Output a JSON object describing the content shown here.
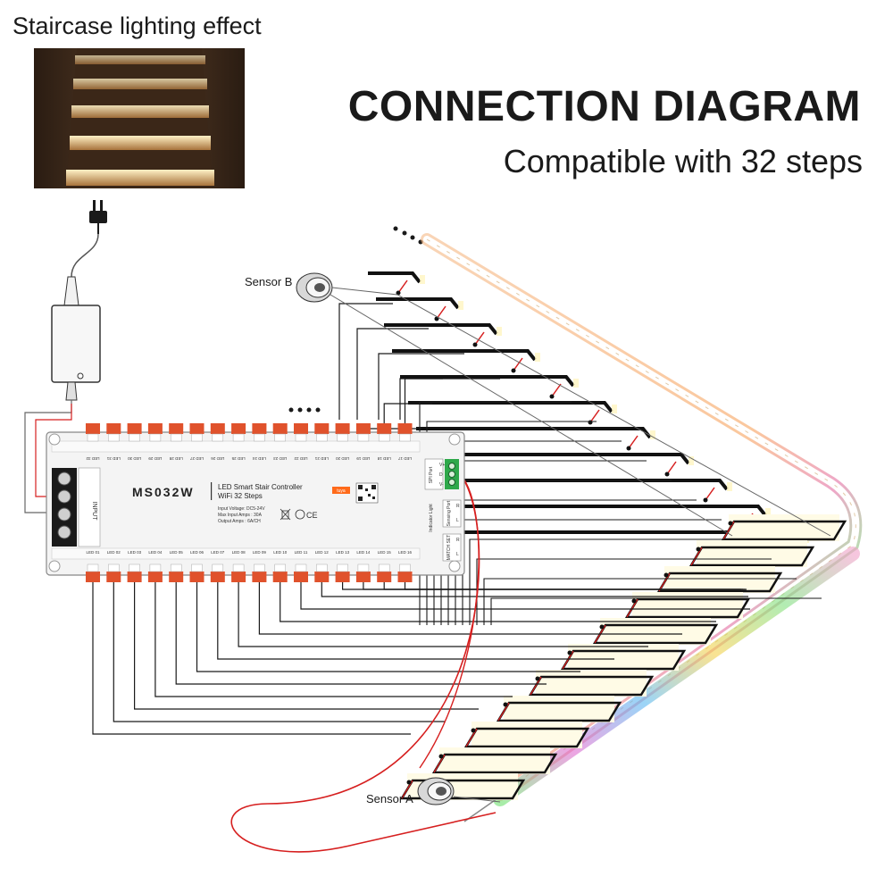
{
  "header": {
    "caption": "Staircase lighting effect",
    "title": "CONNECTION DIAGRAM",
    "subtitle": "Compatible with 32 steps"
  },
  "sensors": {
    "a": "Sensor A",
    "b": "Sensor B"
  },
  "controller": {
    "model": "MS032W",
    "name": "LED Smart Stair Controller",
    "variant": "WiFi 32 Steps",
    "badge": "tuya",
    "spec_voltage": "Input Voltage: DC5-24V",
    "spec_input_amps": "Max Input Amps : 30A",
    "spec_output_amps": "Output Amps : 6A/CH",
    "input_label": "INPUT",
    "spi_port": "SPI Port",
    "spi_pins": [
      "V-",
      "D",
      "V+"
    ],
    "indicator_light": "Indicator Light",
    "sensing_port": "Sensing Port",
    "sensing_pins": [
      "L",
      "R"
    ],
    "match_set": "MATCH SET",
    "match_pins": [
      "L",
      "R"
    ],
    "top_leds": [
      "LED 32",
      "LED 31",
      "LED 30",
      "LED 29",
      "LED 28",
      "LED 27",
      "LED 26",
      "LED 25",
      "LED 24",
      "LED 23",
      "LED 22",
      "LED 21",
      "LED 20",
      "LED 19",
      "LED 18",
      "LED 17"
    ],
    "bottom_leds": [
      "LED 01",
      "LED 02",
      "LED 03",
      "LED 04",
      "LED 05",
      "LED 06",
      "LED 07",
      "LED 08",
      "LED 09",
      "LED 10",
      "LED 11",
      "LED 12",
      "LED 13",
      "LED 14",
      "LED 15",
      "LED 16"
    ]
  },
  "colors": {
    "wire": "#1a1a1a",
    "sensor_wire": "#d61f1f",
    "controller_body": "#f4f4f4",
    "terminal_orange": "#e0522c",
    "step_glow": "#fff8dc",
    "stair_wood": "#8a5a2c"
  },
  "icons": [
    "plug-icon",
    "power-adapter-icon",
    "sensor-icon",
    "qr-code-icon",
    "ce-mark-icon",
    "recycle-bin-icon"
  ]
}
